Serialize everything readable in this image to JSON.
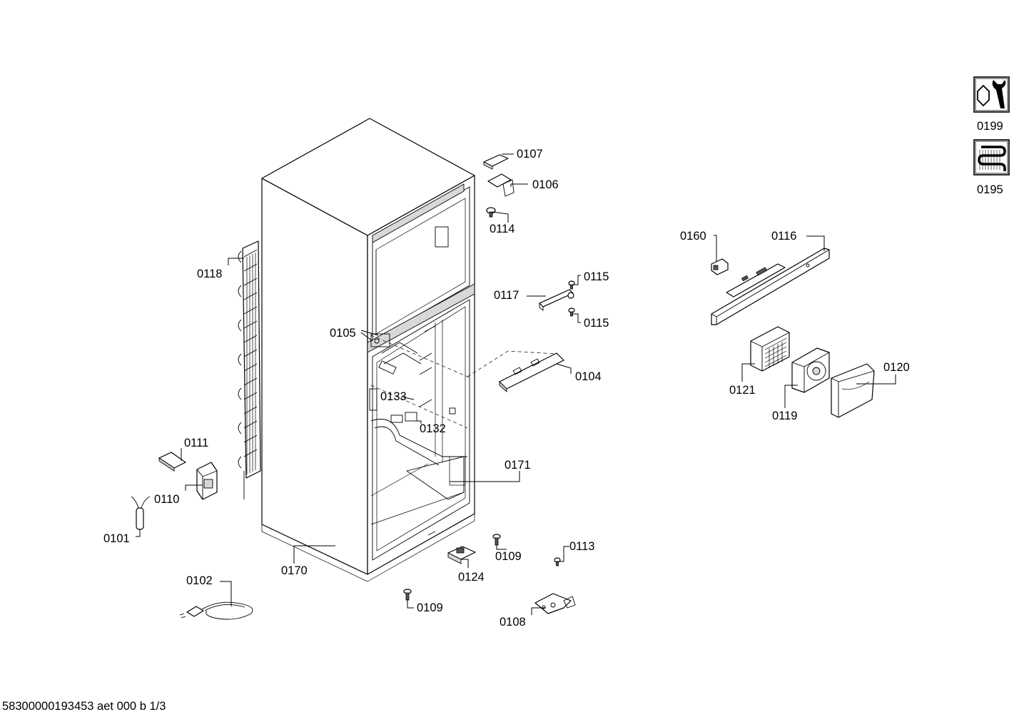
{
  "parts": {
    "p0107": "0107",
    "p0106": "0106",
    "p0114": "0114",
    "p0118": "0118",
    "p0115a": "0115",
    "p0117": "0117",
    "p0115b": "0115",
    "p0105": "0105",
    "p0104": "0104",
    "p0133": "0133",
    "p0132": "0132",
    "p0111": "0111",
    "p0171": "0171",
    "p0110": "0110",
    "p0101": "0101",
    "p0109a": "0109",
    "p0113": "0113",
    "p0170": "0170",
    "p0124": "0124",
    "p0102": "0102",
    "p0109b": "0109",
    "p0108": "0108",
    "p0160": "0160",
    "p0116": "0116",
    "p0120": "0120",
    "p0121": "0121",
    "p0119": "0119",
    "p0199": "0199",
    "p0195": "0195"
  },
  "icons": {
    "service_tool": "wrench-nut-icon",
    "refrigerant_coil": "coil-icon"
  },
  "footer": "58300000193453 aet 000 b 1/3"
}
